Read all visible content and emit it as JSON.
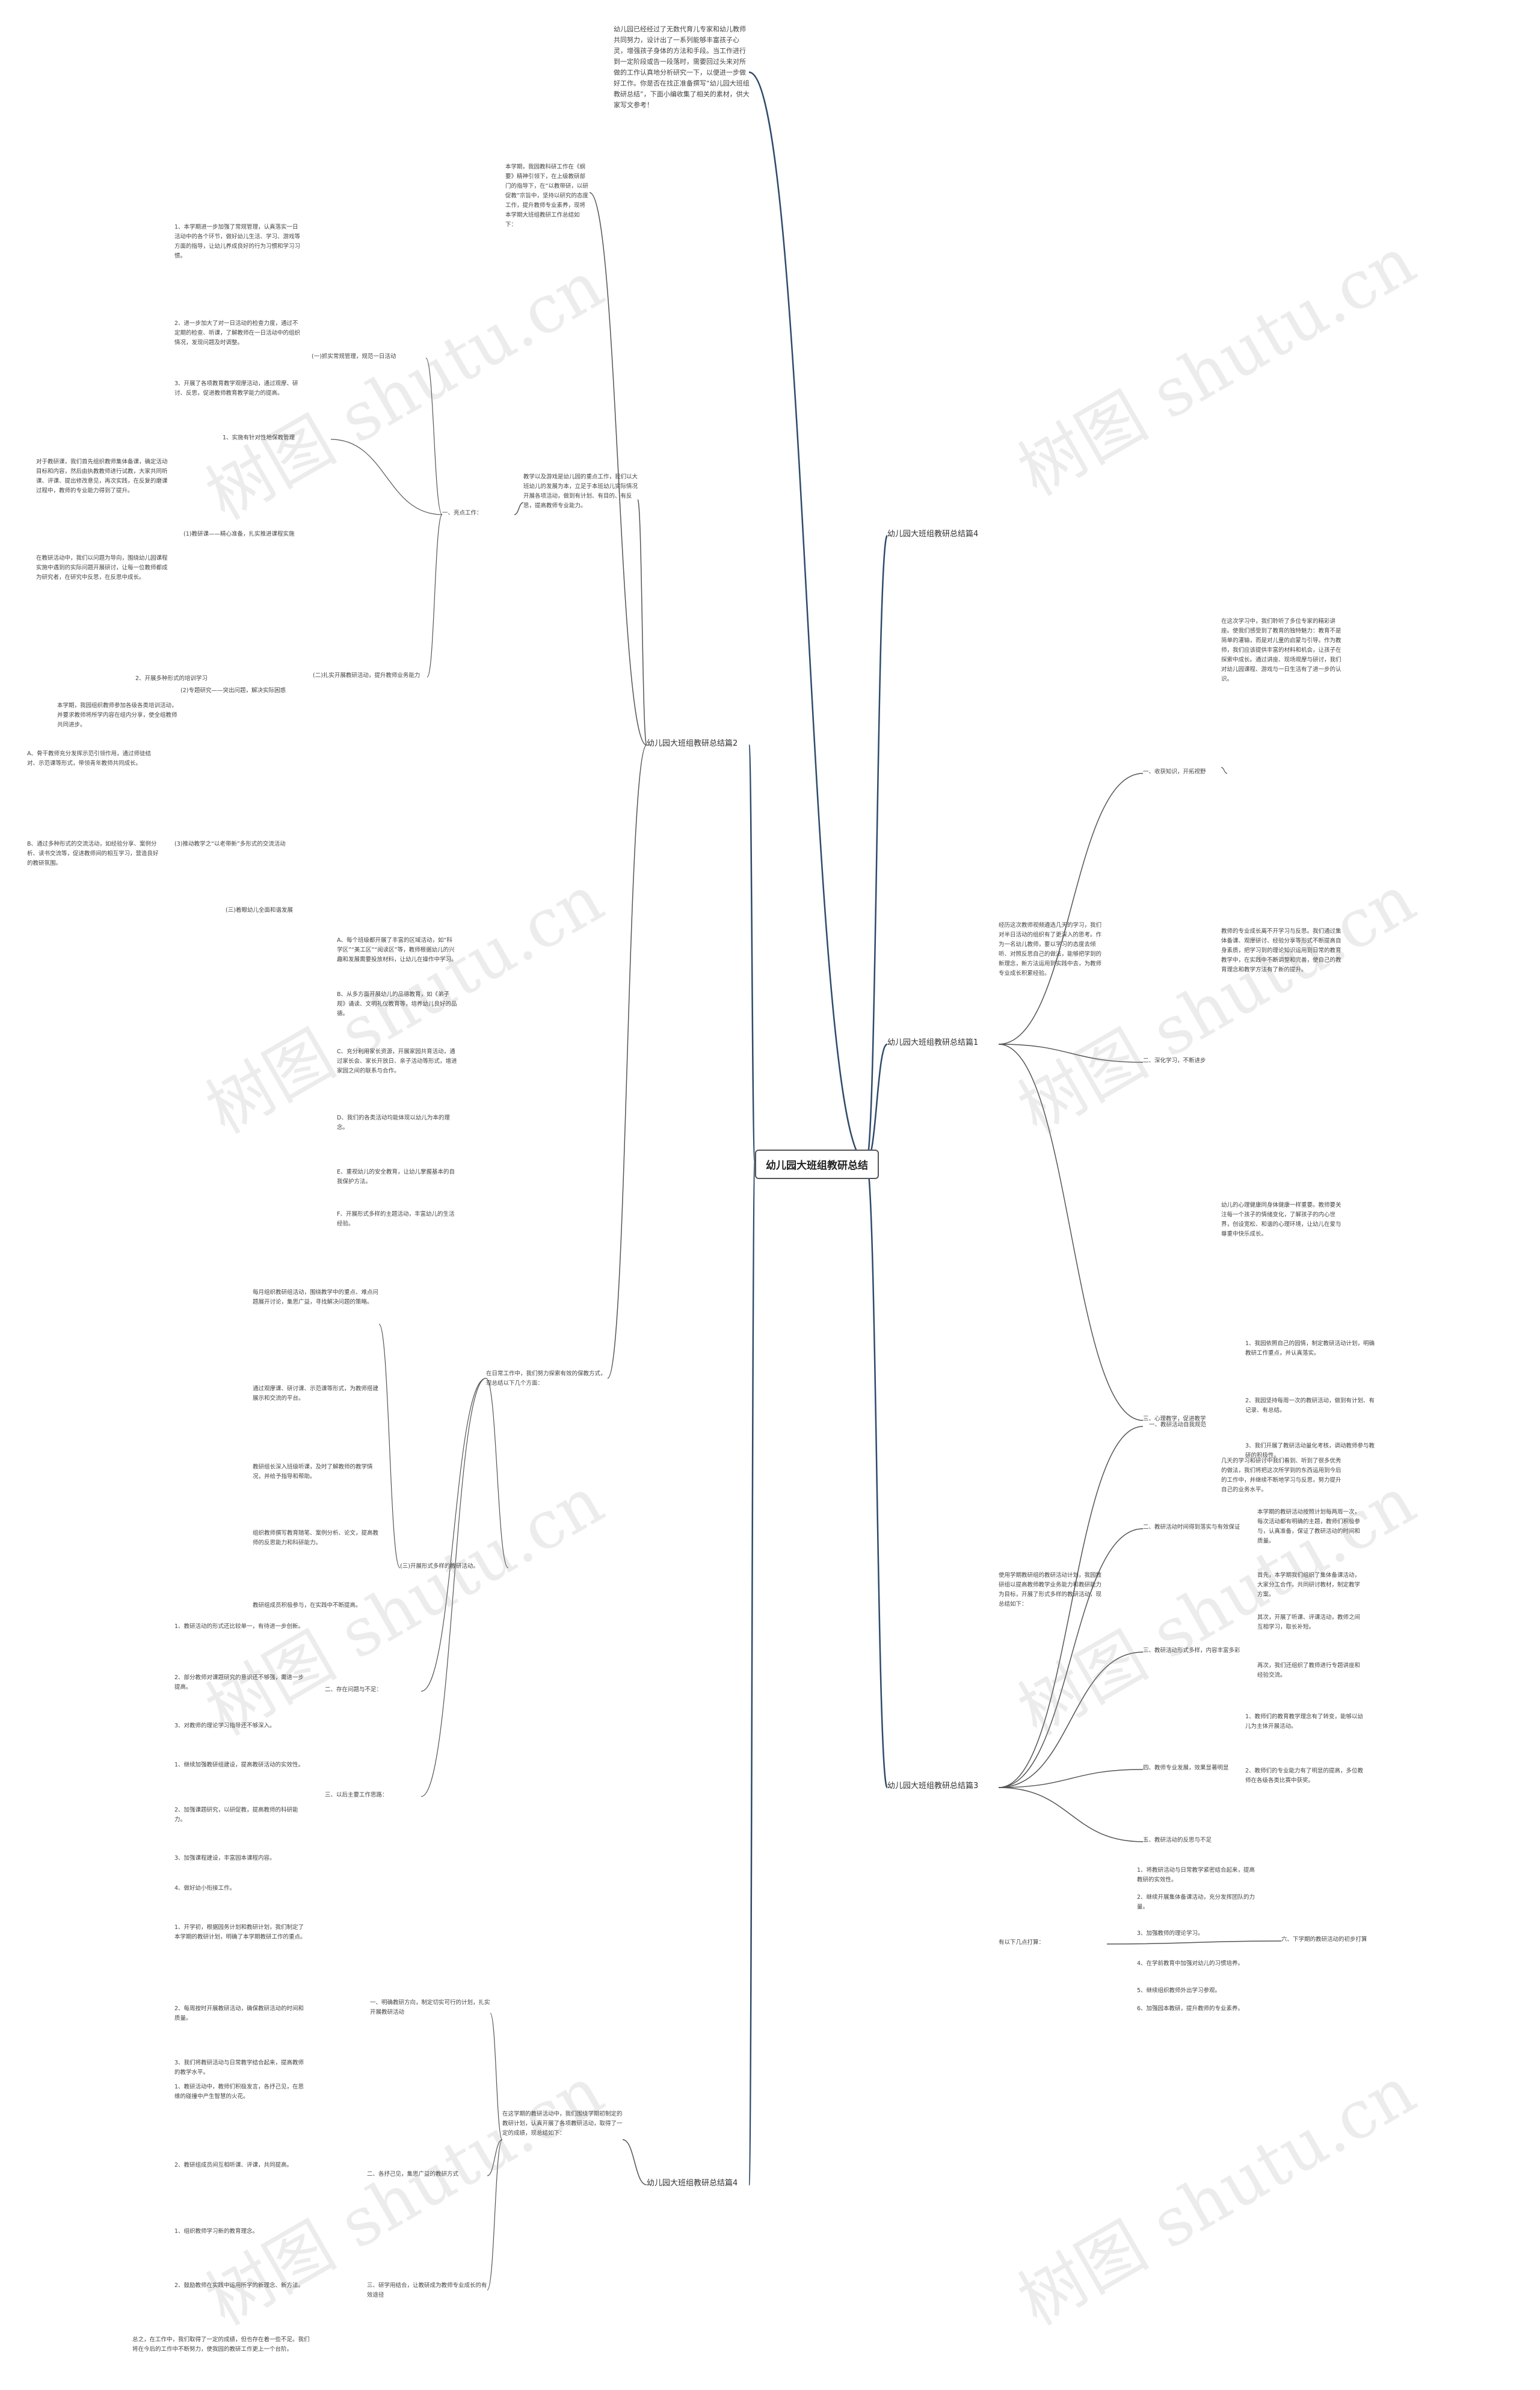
{
  "intro": "幼儿园已经经过了无数代育儿专家和幼儿教师共同努力，设计出了一系列能够丰富孩子心灵，增强孩子身体的方法和手段。当工作进行到一定阶段或告一段落时，需要回过头来对所做的工作认真地分析研究一下，以便进一步做好工作。你是否在找正准备撰写“幼儿园大班组教研总结”，下面小编收集了相关的素材，供大家写文参考！",
  "root": "幼儿园大班组教研总结",
  "watermark": "树图 shutu.cn",
  "branches": {
    "b1": "幼儿园大班组教研总结篇1",
    "b2": "幼儿园大班组教研总结篇2",
    "b3": "幼儿园大班组教研总结篇3",
    "b4": "幼儿园大班组教研总结篇4"
  },
  "b1": {
    "intro": "经历这次教师视频遴选几天的学习，我们对半日活动的组织有了更深入的思考。作为一名幼儿教师，要以学习的态度去倾听、对照反思自己的做法，能够把学到的新理念，新方法运用到实践中去，为教师专业成长积累经验。",
    "c1_label": "一、收获知识，开拓视野",
    "c1_text": "在这次学习中，我们聆听了多位专家的精彩讲座。使我们感受到了教育的独特魅力：教育不是简单的灌输，而是对儿童的启蒙与引导。作为教师，我们应该提供丰富的材料和机会，让孩子在探索中成长。通过讲座、现场观摩与研讨，我们对幼儿园课程、游戏与一日生活有了进一步的认识。",
    "c2_label": "二、深化学习，不断进步",
    "c2_text": "教师的专业成长离不开学习与反思。我们通过集体备课、观摩研讨、经验分享等形式不断提高自身素质，把学习到的理论知识运用到日常的教育教学中，在实践中不断调整和完善，使自己的教育理念和教学方法有了新的提升。",
    "c3_label": "三、心理教学，促进教学",
    "c3_text_1": "幼儿的心理健康同身体健康一样重要。教师要关注每一个孩子的情绪变化，了解孩子的内心世界，创设宽松、和谐的心理环境，让幼儿在爱与尊重中快乐成长。",
    "c3_text_2": "几天的学习和研讨中我们看到、听到了很多优秀的做法，我们将把这次所学到的东西运用到今后的工作中，并继续不断地学习与反思，努力提升自己的业务水平。"
  },
  "b2": {
    "intro": "本学期，我园教科研工作在《纲要》精神引领下，在上级教研部门的指导下，在“以教带研，以研促教”宗旨中，坚持以研究的态度工作，提升教师专业素养，现将本学期大班组教研工作总结如下：",
    "sec1_label": "一、亮点工作：",
    "sec1_intro": "教学以及游戏是幼儿园的重点工作，我们以大班幼儿的发展为本，立足于本班幼儿实际情况开展各项活动，做到有计划、有目的、有反思，提高教师专业能力。",
    "item1_label": "(一)抓实常规管理，规范一日活动",
    "item1_p1": "1、本学期进一步加强了常规管理，认真落实一日活动中的各个环节，做好幼儿生活、学习、游戏等方面的指导，让幼儿养成良好的行为习惯和学习习惯。",
    "item1_p2": "2、进一步加大了对一日活动的检查力度，通过不定期的检查、听课，了解教师在一日活动中的组织情况，发现问题及时调整。",
    "item1_p3": "3、开展了各项教育教学观摩活动，通过观摩、研讨、反思，促进教师教育教学能力的提高。",
    "item2_label": "1、实施有针对性地保教管理",
    "item3_label": "(1)教研课——精心准备，扎实推进课程实施",
    "item3_text": "对于教研课，我们首先组织教师集体备课，确定活动目标和内容，然后由执教教师进行试教，大家共同听课、评课、提出修改意见，再次实践，在反复的磨课过程中，教师的专业能力得到了提升。",
    "item4_label": "(二)扎实开展教研活动，提升教师业务能力",
    "item4_text": "在教研活动中，我们以问题为导向，围绕幼儿园课程实施中遇到的实际问题开展研讨，让每一位教师都成为研究者，在研究中反思，在反思中成长。",
    "item5_label": "(2)专题研究——突出问题，解决实际困惑",
    "item5_p1": "2、开展多种形式的培训学习",
    "item5_p2": "本学期，我园组织教师参加各级各类培训活动，并要求教师将所学内容在组内分享，使全组教师共同进步。",
    "item6_label": "(3)推动教学之“以老带新”多形式的交流活动",
    "item6_p1": "A、骨干教师充分发挥示范引领作用，通过师徒结对、示范课等形式，带领青年教师共同成长。",
    "item6_p2": "B、通过多种形式的交流活动，如经验分享、案例分析、读书交流等，促进教师间的相互学习，营造良好的教研氛围。",
    "item7_label": "(三)着眼幼儿全面和谐发展",
    "sec2_intro": "在日常工作中，我们努力探索有效的保教方式，现总结以下几个方面：",
    "sec2_items": [
      "A、每个班级都开展了丰富的区域活动，如“科学区”“美工区”“阅读区”等，教师根据幼儿的兴趣和发展需要投放材料，让幼儿在操作中学习。",
      "B、从多方面开展幼儿的品德教育，如《弟子规》诵读、文明礼仪教育等，培养幼儿良好的品德。",
      "C、充分利用家长资源，开展家园共育活动，通过家长会、家长开放日、亲子活动等形式，增进家园之间的联系与合作。",
      "D、我们的各类活动均能体现以幼儿为本的理念。",
      "E、重视幼儿的安全教育，让幼儿掌握基本的自我保护方法。",
      "F、开展形式多样的主题活动，丰富幼儿的生活经验。"
    ],
    "sec3_label": "(三)开展形式多样的教研活动。",
    "sec3_items": [
      "每月组织教研组活动，围绕教学中的重点、难点问题展开讨论，集思广益，寻找解决问题的策略。",
      "通过观摩课、研讨课、示范课等形式，为教师搭建展示和交流的平台。",
      "教研组长深入班级听课，及时了解教师的教学情况，并给予指导和帮助。",
      "组织教师撰写教育随笔、案例分析、论文，提高教师的反思能力和科研能力。"
    ],
    "sec3_summary": "教研组成员积极参与，在实践中不断提高。",
    "sec4_label": "二、存在问题与不足：",
    "sec4_items": [
      "1、教研活动的形式还比较单一，有待进一步创新。",
      "2、部分教师对课题研究的意识还不够强，需进一步提高。",
      "3、对教师的理论学习指导还不够深入。"
    ],
    "sec5_label": "三、以后主要工作思路：",
    "sec5_items": [
      "1、继续加强教研组建设，提高教研活动的实效性。",
      "2、加强课题研究，以研促教，提高教师的科研能力。",
      "3、加强课程建设，丰富园本课程内容。",
      "4、做好幼小衔接工作。"
    ]
  },
  "b3": {
    "intro": "使用学期教研组的教研活动计划，我园教研组以提高教师教学业务能力和教研能力为目标，开展了形式多样的教研活动，现总结如下：",
    "c1_label": "一、教研活动自我规范",
    "c1_items": [
      "1、我园依照自己的园情，制定教研活动计划，明确教研工作重点，并认真落实。",
      "2、我园坚持每周一次的教研活动，做到有计划、有记录、有总结。",
      "3、我们开展了教研活动量化考核，调动教师参与教研的积极性。"
    ],
    "c2_label": "二、教研活动时间得到落实与有效保证",
    "c2_text": "本学期的教研活动按照计划每两周一次，每次活动都有明确的主题，教师们积极参与，认真准备，保证了教研活动的时间和质量。",
    "c3_label": "三、教研活动形式多样，内容丰富多彩",
    "c3_items": [
      "首先，本学期我们组织了集体备课活动，大家分工合作，共同研讨教材，制定教学方案。",
      "其次，开展了听课、评课活动，教师之间互相学习，取长补短。",
      "再次，我们还组织了教师进行专题讲座和经验交流。"
    ],
    "c4_label": "四、教师专业发展，效果显著明显",
    "c4_items": [
      "1、教师们的教育教学理念有了转变，能够以幼儿为主体开展活动。",
      "2、教师们的专业能力有了明显的提高，多位教师在各级各类比赛中获奖。"
    ],
    "c5_label": "五、教研活动的反思与不足",
    "c6_label": "六、下学期的教研活动的初步打算",
    "c6_intro": "有以下几点打算：",
    "c6_items": [
      "1、将教研活动与日常教学紧密结合起来，提高教研的实效性。",
      "2、继续开展集体备课活动，充分发挥团队的力量。",
      "3、加强教师的理论学习。",
      "4、在学前教育中加强对幼儿的习惯培养。",
      "5、继续组织教师外出学习参观。",
      "6、加强园本教研，提升教师的专业素养。"
    ]
  },
  "b4": {
    "intro": "在这学期的教研活动中，我们围绕学期初制定的教研计划，认真开展了各项教研活动，取得了一定的成绩，现总结如下：",
    "s1_label": "一、明确教研方向，制定切实可行的计划，扎实开展教研活动",
    "s1_items": [
      "1、开学初，根据园务计划和教研计划，我们制定了本学期的教研计划，明确了本学期教研工作的重点。",
      "2、每周按时开展教研活动，确保教研活动的时间和质量。",
      "3、我们将教研活动与日常教学结合起来，提高教师的教学水平。"
    ],
    "s2_label": "二、各抒己见，集思广益的教研方式",
    "s2_items": [
      "1、教研活动中，教师们积极发言，各抒己见，在思维的碰撞中产生智慧的火花。",
      "2、教研组成员间互相听课、评课，共同提高。"
    ],
    "s3_label": "三、研学用结合，让教研成为教师专业成长的有效途径",
    "s3_items": [
      "1、组织教师学习新的教育理念。",
      "2、鼓励教师在实践中运用所学的新理念、新方法。"
    ],
    "closing": "总之，在工作中，我们取得了一定的成绩，但也存在着一些不足。我们将在今后的工作中不断努力，使我园的教研工作更上一个台阶。"
  }
}
